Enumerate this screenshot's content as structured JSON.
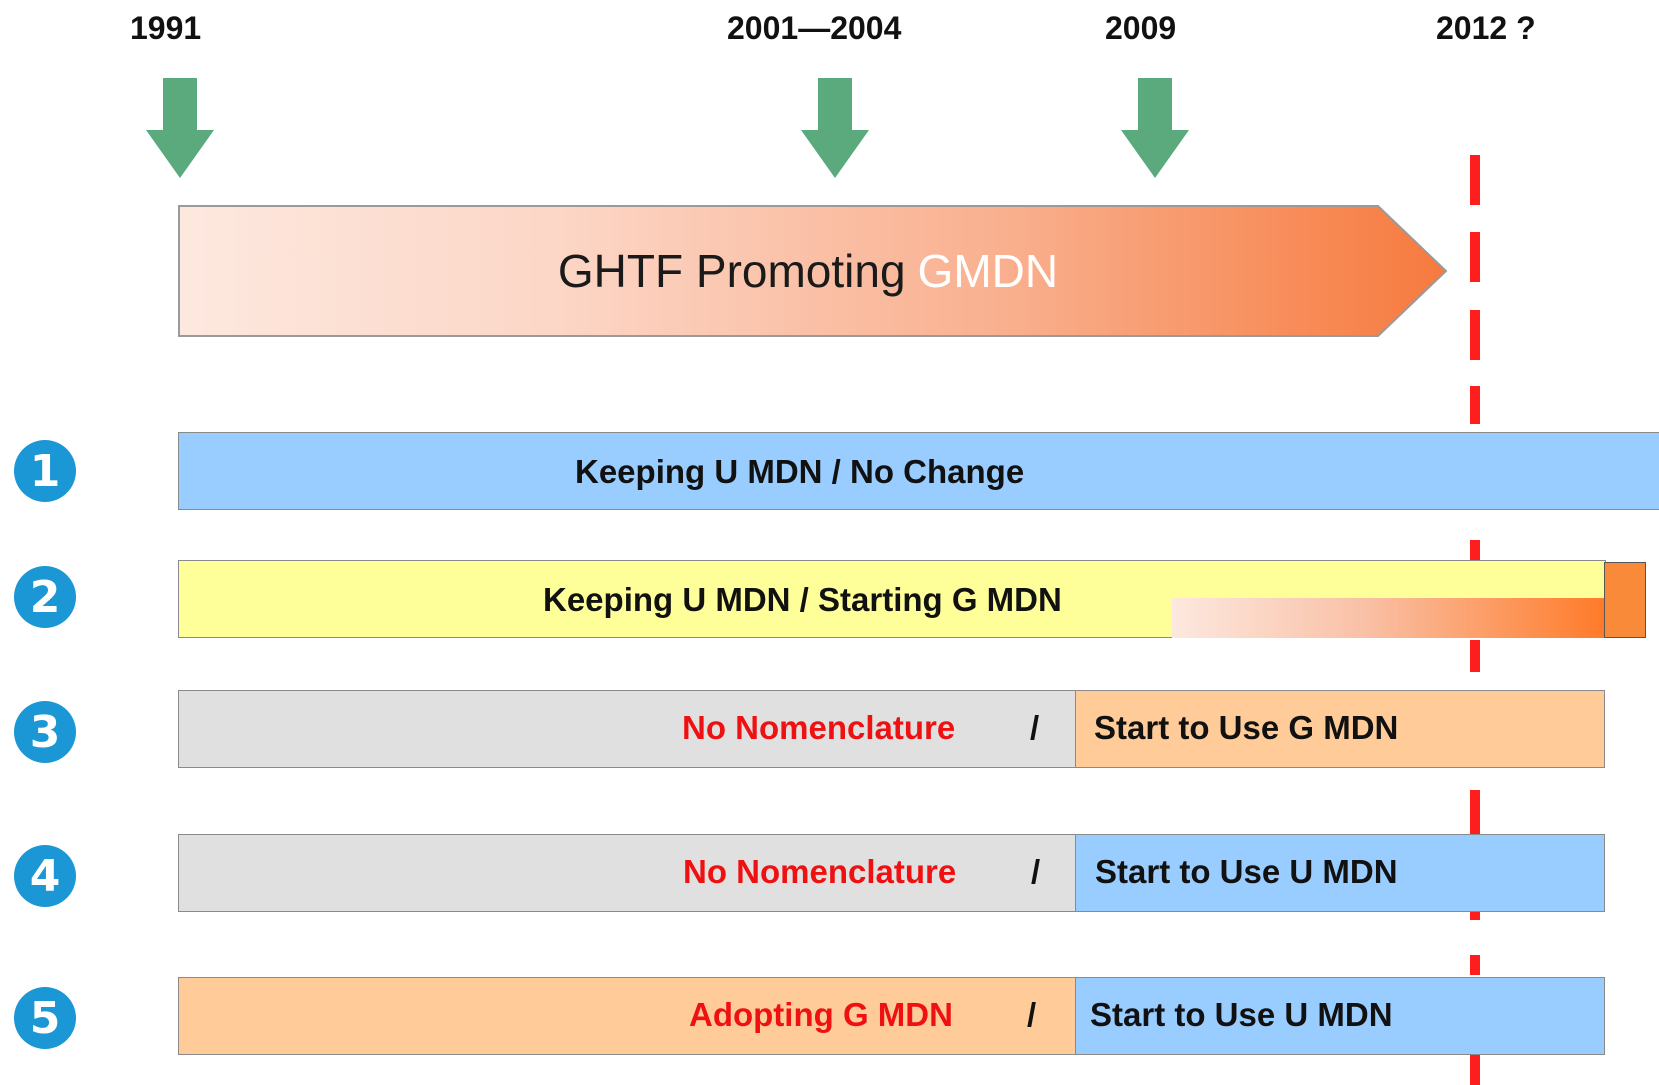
{
  "timeline": {
    "years": [
      "1991",
      "2001—2004",
      "2009",
      "2012 ?"
    ]
  },
  "banner": {
    "label_main": "GHTF Promoting",
    "label_highlight": "GMDN"
  },
  "scenarios": [
    {
      "number": "1",
      "left_label": "Keeping U MDN / No Change"
    },
    {
      "number": "2",
      "left_label": "Keeping U MDN / Starting G MDN"
    },
    {
      "number": "3",
      "left_label": "No Nomenclature",
      "separator": "/",
      "right_label": "Start to Use G MDN"
    },
    {
      "number": "4",
      "left_label": "No Nomenclature",
      "separator": "/",
      "right_label": "Start to Use U MDN"
    },
    {
      "number": "5",
      "left_label": "Adopting G MDN",
      "separator": "/",
      "right_label": "Start to Use U MDN"
    }
  ],
  "colors": {
    "arrow_green": "#5aaa7e",
    "dashed_line": "#ff1e1e",
    "blue_bar": "#99ccff",
    "yellow_bar": "#ffff99",
    "gray_bar": "#e0e0e0",
    "peach_bar": "#ffcc99",
    "orange_gradient_end": "#ff7a3a",
    "number_circle": "#1a97d4"
  }
}
